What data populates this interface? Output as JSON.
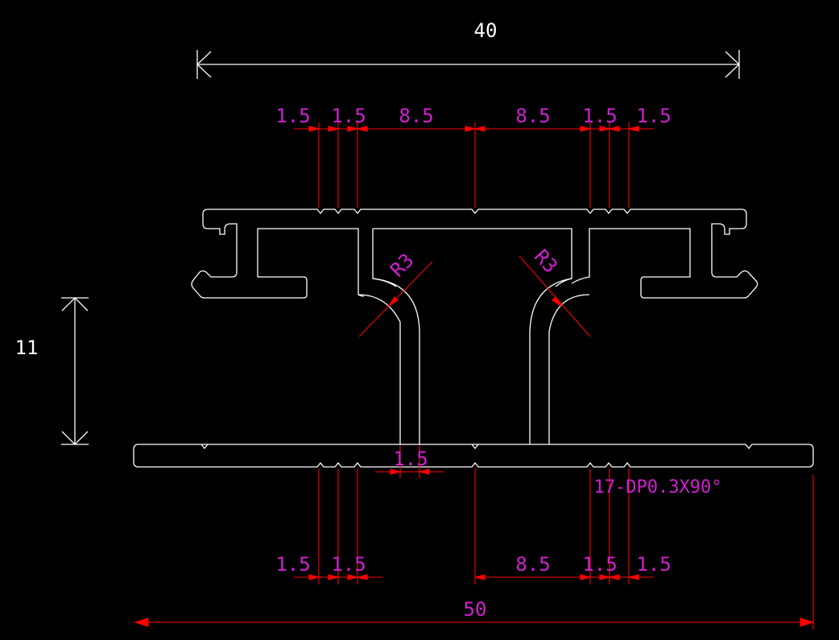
{
  "colors": {
    "background": "#000000",
    "outline": "#ffffff",
    "dimension_line": "#ff0000",
    "dimension_text": "#d020d0",
    "white_text": "#ffffff"
  },
  "dimensions": {
    "overall_top": "40",
    "overall_bottom": "50",
    "height": "11",
    "top_row": [
      "1.5",
      "1.5",
      "8.5",
      "8.5",
      "1.5",
      "1.5"
    ],
    "bottom_row": [
      "1.5",
      "1.5",
      "8.5",
      "1.5",
      "1.5"
    ],
    "web_thickness": "1.5",
    "radius_left": "R3",
    "radius_right": "R3",
    "groove_note": "17-DP0.3X90°"
  }
}
